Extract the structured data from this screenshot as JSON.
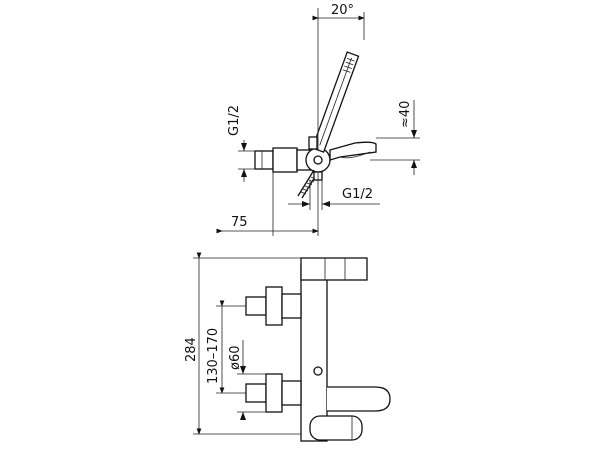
{
  "diagram": {
    "dimensions": {
      "angle": "20°",
      "offset_top": "≈40",
      "thread_left": "G1/2",
      "thread_bottom": "G1/2",
      "projection": "75",
      "height": "284",
      "center_distance": "130–170",
      "diameter": "ø60"
    },
    "colors": {
      "line": "#111111",
      "background": "#ffffff"
    }
  }
}
